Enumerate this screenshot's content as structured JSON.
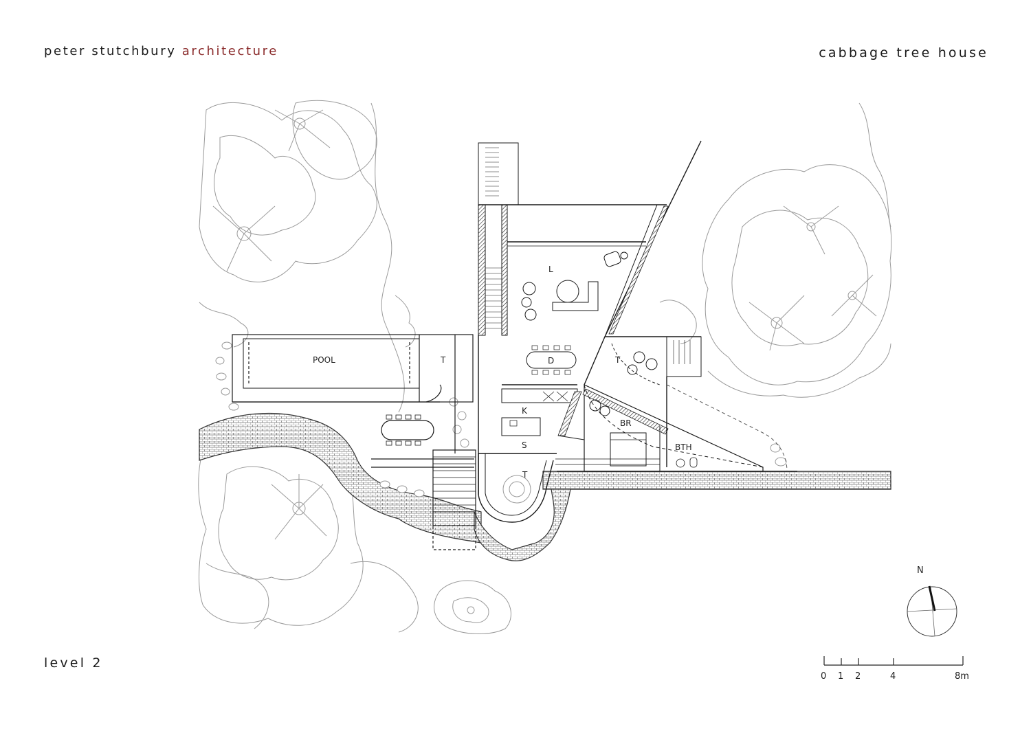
{
  "header": {
    "firm_name": "peter stutchbury",
    "firm_suffix": "architecture",
    "project_title": "cabbage tree house"
  },
  "drawing": {
    "level_label": "level 2",
    "rooms": {
      "pool": "POOL",
      "terrace_west": "T",
      "living": "L",
      "dining": "D",
      "kitchen": "K",
      "study": "S",
      "terrace_south": "T",
      "terrace_east": "T",
      "bedroom": "BR",
      "bathroom": "BTH"
    },
    "north_label": "N",
    "scale_bar": {
      "ticks": [
        "0",
        "1",
        "2",
        "4",
        "8m"
      ]
    }
  },
  "colors": {
    "accent": "#8a2a2a",
    "linework": "#1a1a1a",
    "vegetation": "#9a9a9a",
    "hatch": "#7a7a7a"
  }
}
